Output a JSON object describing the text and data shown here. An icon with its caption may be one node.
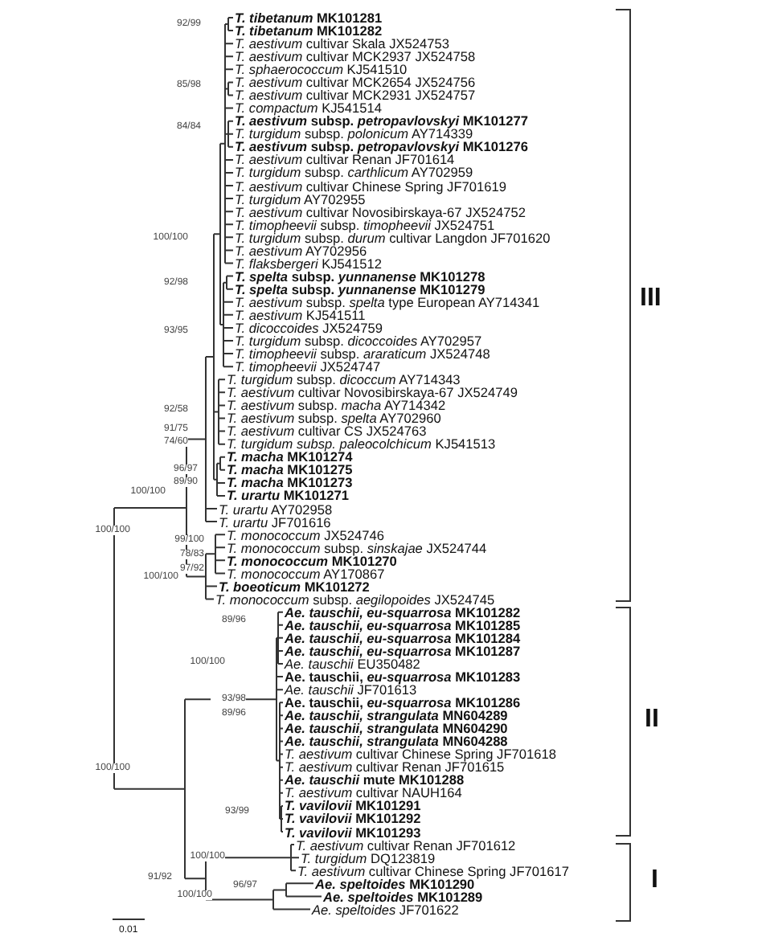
{
  "diagram": {
    "labels": [
      "***T. tibetanum* MK101281**",
      "***T. tibetanum* MK101282**",
      "*T. aestivum* cultivar Skala JX524753",
      "*T. aestivum* cultivar MCK2937 JX524758",
      "*T. sphaerococcum* KJ541510",
      "*T. aestivum* cultivar MCK2654 JX524756",
      "*T. aestivum* cultivar MCK2931 JX524757",
      "*T. compactum* KJ541514",
      "***T. aestivum* subsp. *petropavlovskyi* MK101277**",
      "*T. turgidum* subsp. *polonicum* AY714339",
      "***T. aestivum* subsp. *petropavlovskyi* MK101276**",
      "*T. aestivum* cultivar Renan JF701614",
      "*T. turgidum* subsp. *carthlicum* AY702959",
      "*T. aestivum* cultivar Chinese Spring JF701619",
      "*T. turgidum* AY702955",
      "*T. aestivum* cultivar Novosibirskaya-67 JX524752",
      "*T. timopheevii* subsp. *timopheevii* JX524751",
      "*T. turgidum* subsp. *durum* cultivar Langdon JF701620",
      "*T. aestivum* AY702956",
      "*T. flaksbergeri* KJ541512",
      "***T. spelta* subsp. *yunnanense* MK101278**",
      "***T. spelta* subsp. *yunnanense* MK101279**",
      "*T. aestivum* subsp. *spelta* type European AY714341",
      "*T. aestivum* KJ541511",
      "*T. dicoccoides* JX524759",
      "*T. turgidum* subsp. *dicoccoides* AY702957",
      "*T. timopheevii* subsp. *araraticum* JX524748",
      "*T. timopheevii* JX524747",
      "*T. turgidum* subsp. *dicoccum* AY714343",
      "*T. aestivum* cultivar Novosibirskaya-67 JX524749",
      "*T. aestivum* subsp. *macha* AY714342",
      "*T. aestivum* subsp. *spelta* AY702960",
      "*T. aestivum* cultivar CS JX524763",
      "*T. turgidum subsp. paleocolchicum* KJ541513",
      "***T. macha* MK101274**",
      "***T. macha* MK101275**",
      "***T. macha* MK101273**",
      "***T. urartu* MK101271**",
      "*T. urartu* AY702958",
      "*T. urartu* JF701616",
      "*T. monococcum* JX524746",
      "*T. monococcum* subsp. *sinskajae* JX524744",
      "***T. monococcum* MK101270**",
      "*T. monococcum* AY170867",
      "***T. boeoticum* MK101272**",
      "*T. monococcum* subsp. *aegilopoides* JX524745",
      "***Ae. tauschii, eu-squarrosa* MK101282**",
      "***Ae. tauschii, eu-squarrosa* MK101285**",
      "***Ae. tauschii, eu-squarrosa* MK101284**",
      "***Ae. tauschii, eu-squarrosa* MK101287**",
      "*Ae. tauschii* EU350482",
      "**Ae. tauschii, *eu-squarrosa* MK101283**",
      "*Ae. tauschii* JF701613",
      "**Ae. tauschii, *eu-squarrosa* MK101286**",
      "***Ae. tauschii, strangulata* MN604289**",
      "***Ae. tauschii, strangulata* MN604290**",
      "***Ae. tauschii, strangulata* MN604288**",
      "*T. aestivum* cultivar Chinese Spring JF701618",
      "*T. aestivum* cultivar Renan JF701615",
      "***Ae. tauschii* mute MK101288**",
      "*T. aestivum* cultivar NAUH164",
      "***T. vavilovii* MK101291**",
      "***T. vavilovii* MK101292**",
      "***T. vavilovii* MK101293**",
      "*T. aestivum* cultivar Renan JF701612",
      "*T. turgidum* DQ123819",
      "*T. aestivum* cultivar Chinese Spring JF701617",
      "***Ae. speltoides* MK101290**",
      "***Ae. speltoides* MK101289**",
      "*Ae. speltoides* JF701622",
      "92/99",
      "85/98",
      "84/84",
      "100/100",
      "92/98",
      "93/95",
      "92/58",
      "91/75",
      "74/60",
      "96/97",
      "89/90",
      "100/100",
      "100/100",
      "99/100",
      "78/83",
      "97/92",
      "100/100",
      "89/96",
      "100/100",
      "93/98",
      "89/96",
      "100/100",
      "93/99",
      "100/100",
      "91/92",
      "96/97",
      "100/100",
      "III",
      "II",
      "I",
      "0.01"
    ]
  }
}
